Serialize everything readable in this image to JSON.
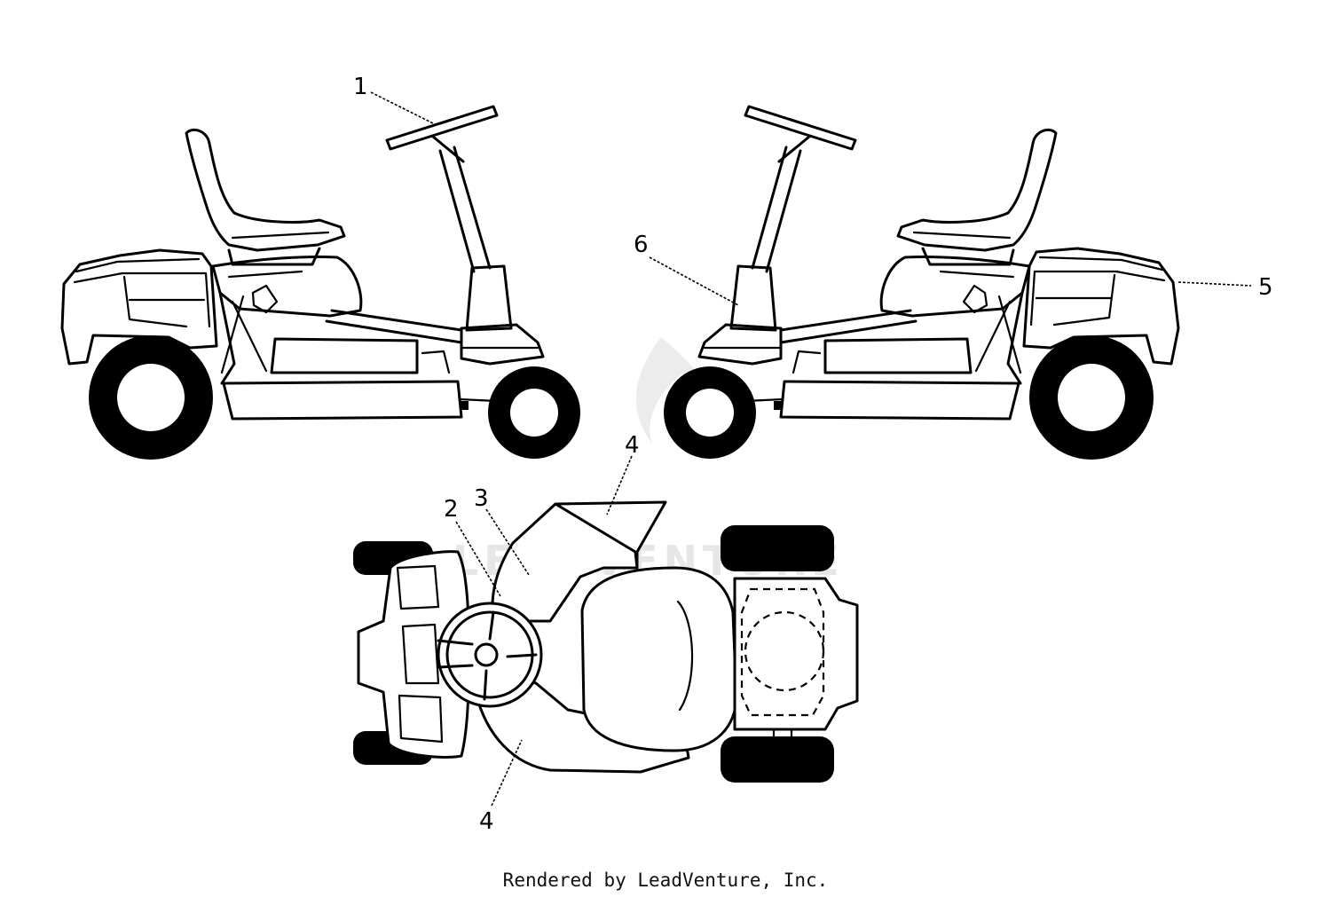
{
  "callouts": {
    "c1": "1",
    "c2": "2",
    "c3": "3",
    "c4a": "4",
    "c4b": "4",
    "c5": "5",
    "c6": "6"
  },
  "watermark": "LEADVENTURE",
  "credit": "Rendered by LeadVenture, Inc."
}
